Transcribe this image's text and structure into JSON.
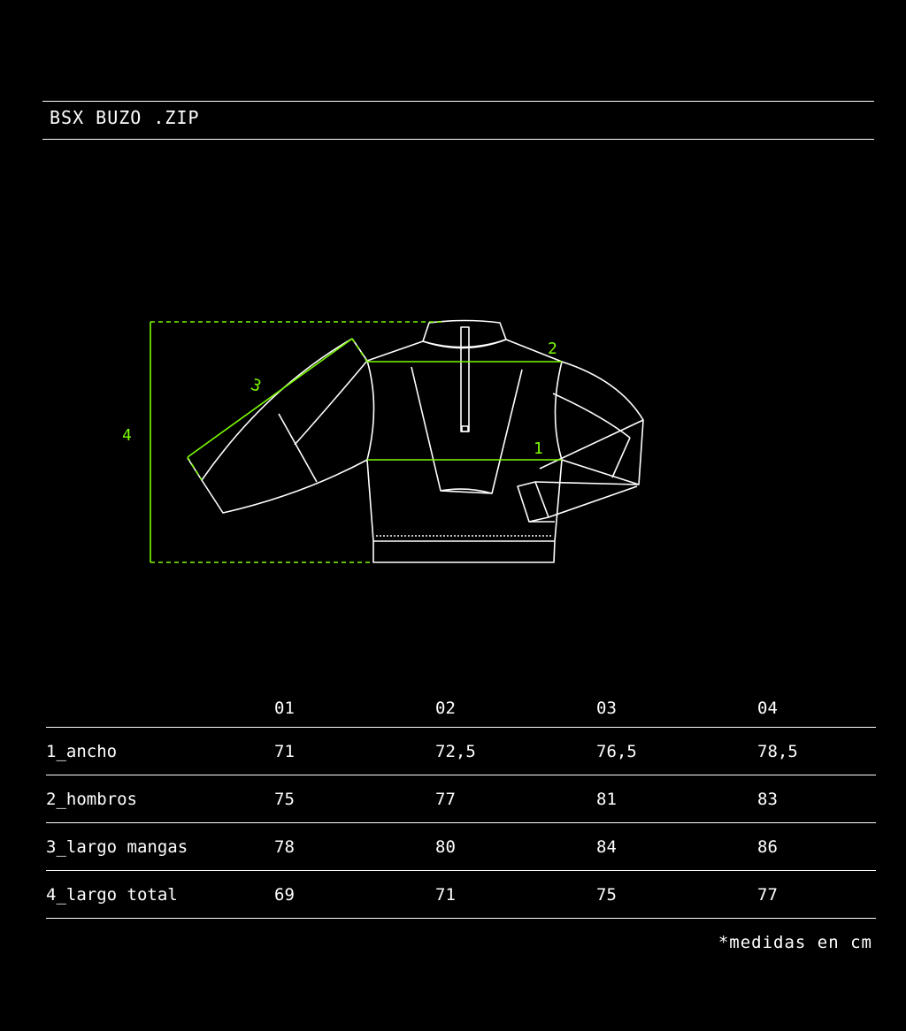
{
  "title": "BSX BUZO .ZIP",
  "diagram": {
    "labels": {
      "ancho": "1",
      "hombros": "2",
      "mangas": "3",
      "largo": "4"
    },
    "accent_color": "#7CFC00",
    "line_color": "#ffffff"
  },
  "table": {
    "columns": [
      "",
      "01",
      "02",
      "03",
      "04"
    ],
    "rows": [
      {
        "label": "1_ancho",
        "values": [
          "71",
          "72,5",
          "76,5",
          "78,5"
        ]
      },
      {
        "label": "2_hombros",
        "values": [
          "75",
          "77",
          "81",
          "83"
        ]
      },
      {
        "label": "3_largo mangas",
        "values": [
          "78",
          "80",
          "84",
          "86"
        ]
      },
      {
        "label": "4_largo total",
        "values": [
          "69",
          "71",
          "75",
          "77"
        ]
      }
    ]
  },
  "note": "*medidas en cm"
}
